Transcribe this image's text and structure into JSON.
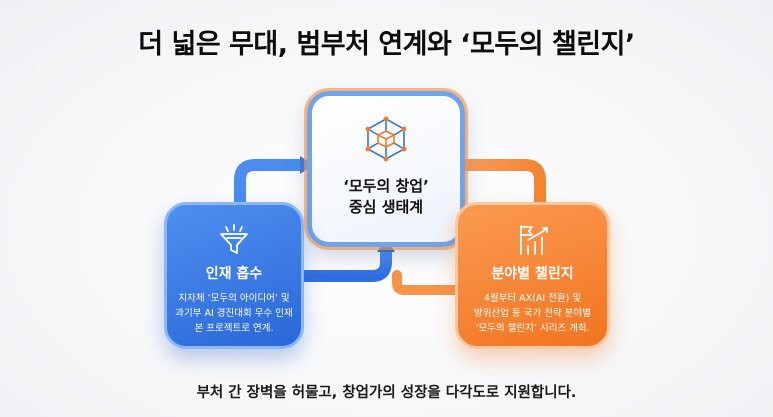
{
  "title": "더 넓은 무대, 범부처 연계와 ‘모두의 챌린지’",
  "center": {
    "icon": "network-cube-icon",
    "title_lines": [
      "‘모두의 창업’",
      "중심 생태계"
    ]
  },
  "left": {
    "icon": "funnel-icon",
    "heading": "인재 흡수",
    "lines": [
      "지자체 ‘모두의 아이디어’ 및",
      "과기부 AI 경진대회 우수 인재",
      "본 프로젝트로 연계."
    ]
  },
  "right": {
    "icon": "flag-growth-chart-icon",
    "heading": "분야별 챌린지",
    "lines": [
      "4월부터 AX(AI 전환) 및",
      "방위산업 등 국가 전략 분야별",
      "‘모두의 챌린지’ 시리즈 개최."
    ]
  },
  "footer": "부처 간 장벽을 허물고, 창업가의 성장을 다각도로 지원합니다.",
  "colors": {
    "blue_accent": "#2f6fe0",
    "orange_accent": "#f58430",
    "center_border": "#6fa3ea"
  }
}
